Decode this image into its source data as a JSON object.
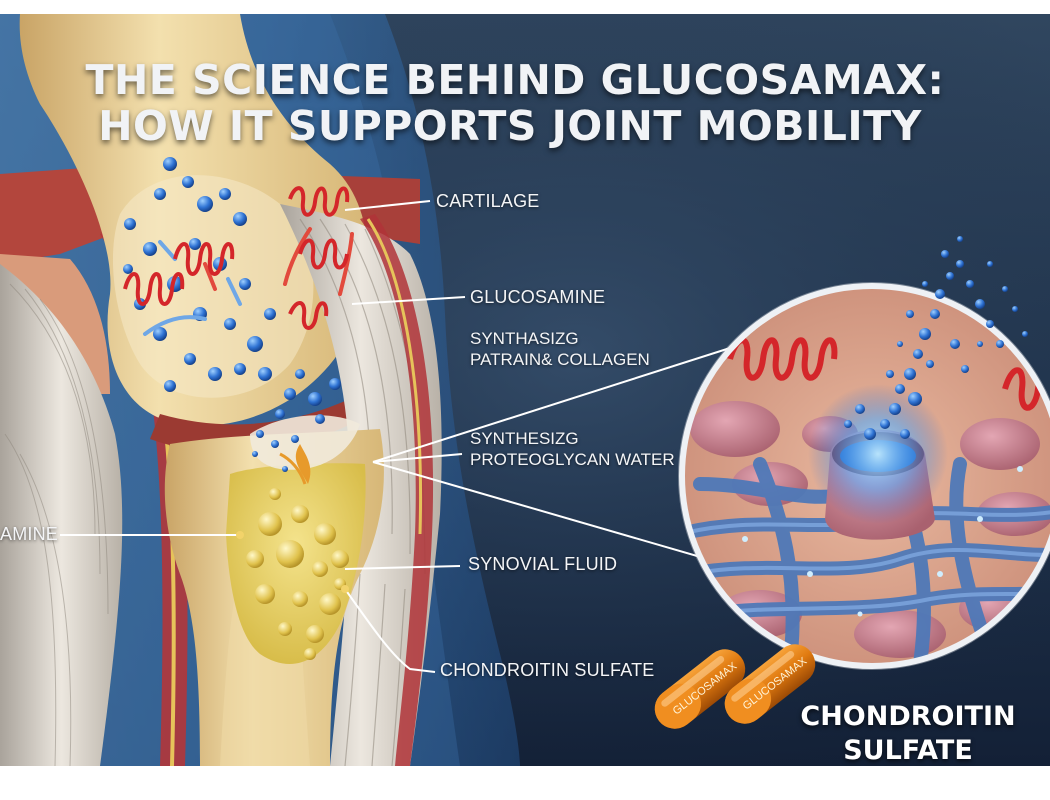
{
  "title": {
    "line1": "THE SCIENCE BEHIND GLUCOSAMAX:",
    "line2": "HOW IT SUPPORTS JOINT MOBILITY"
  },
  "labels": {
    "cartilage": "CARTILAGE",
    "glucosamine": "GLUCOSAMINE",
    "synth1_line1": "SYNTHASIZG",
    "synth1_line2": "PATRAIN& COLLAGEN",
    "synth2_line1": "SYNTHESIZG",
    "synth2_line2": "PROTEOGLYCAN WATER",
    "left_cut": "AMINE",
    "synovial": "SYNOVIAL FLUID",
    "chondroitin": "CHONDROITIN SULFATE"
  },
  "capsule_brand": "GLUCOSAMAX",
  "bottom_caption": {
    "line1": "CHONDROITIN",
    "line2": "SULFATE"
  },
  "colors": {
    "background_top": "#2b3e57",
    "background_bottom": "#152338",
    "bone": "#e8cf98",
    "cartilage": "#d9d0c6",
    "molecule_blue": "#2f73d4",
    "collagen_red": "#d4262a",
    "synovial_yellow": "#e6cf62",
    "capsule_orange": "#e07a10"
  }
}
